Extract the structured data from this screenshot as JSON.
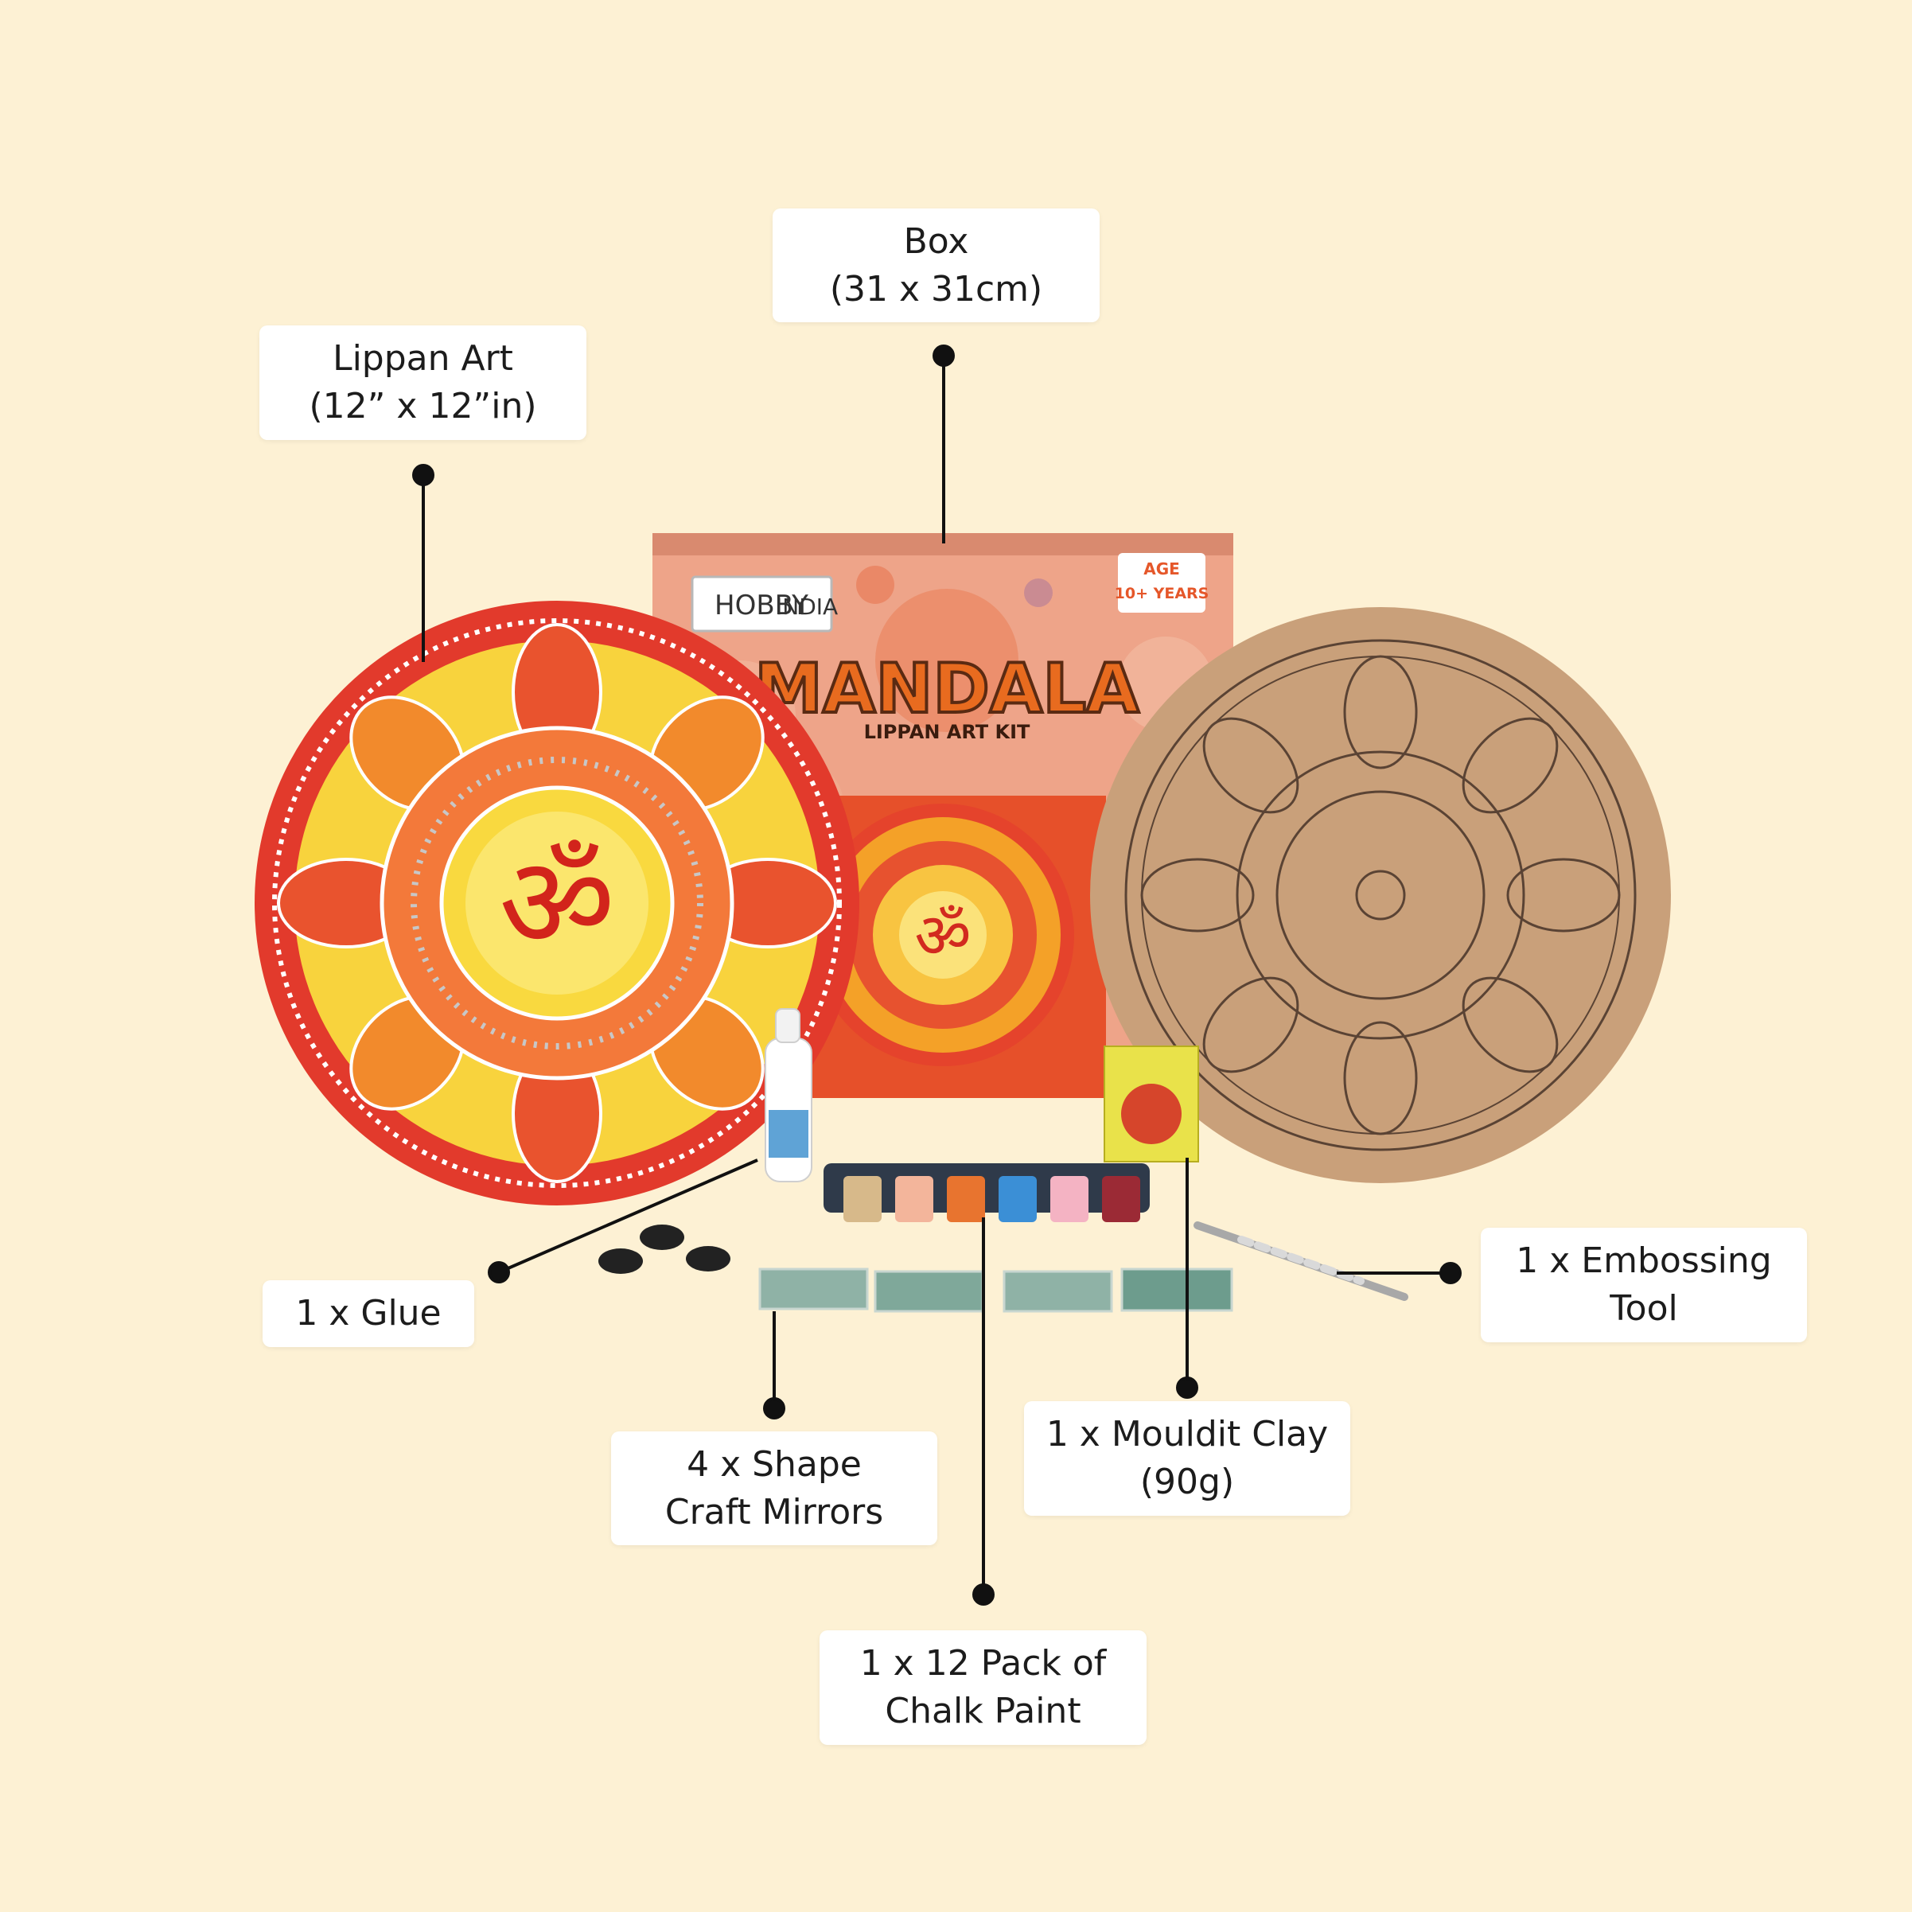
{
  "brand": {
    "name_part1": "HOBBY",
    "name_part2": "INDIA"
  },
  "box": {
    "title": "MANDALA",
    "subtitle": "LIPPAN ART KIT",
    "age_line1": "AGE",
    "age_line2": "10+ YEARS",
    "om_symbol": "ॐ",
    "box_color": "#f0a98a",
    "accent_color": "#e5572a"
  },
  "labels": {
    "box": {
      "line1": "Box",
      "line2": "(31 x 31cm)"
    },
    "lippan_art": {
      "line1": "Lippan Art",
      "line2": "(12” x 12”in)"
    },
    "glue": {
      "line1": "1 x Glue"
    },
    "embossing": {
      "line1": "1  x Embossing",
      "line2": "Tool"
    },
    "mirrors": {
      "line1": "4  x Shape",
      "line2": "Craft Mirrors"
    },
    "clay": {
      "line1": "1 x Mouldit Clay",
      "line2": "(90g)"
    },
    "chalk": {
      "line1": "1 x 12 Pack of",
      "line2": "Chalk Paint"
    }
  },
  "paint_colors": [
    "#d7b98a",
    "#f3b59b",
    "#e8742f",
    "#3b8fd6",
    "#f4b3c3",
    "#9b2a35"
  ],
  "icons": [
    "om-icon",
    "mandala-plate-icon",
    "mdf-board-icon",
    "glue-bottle-icon",
    "paint-pots-icon",
    "mirror-pack-icon",
    "clay-box-icon",
    "embossing-tool-icon",
    "stamp-icon"
  ],
  "colors": {
    "background": "#fdf1d4",
    "label_bg": "#ffffff",
    "leader": "#111111",
    "plate_red": "#e23a2c",
    "plate_yellow": "#f7d23c",
    "mdf": "#c9a27c"
  }
}
